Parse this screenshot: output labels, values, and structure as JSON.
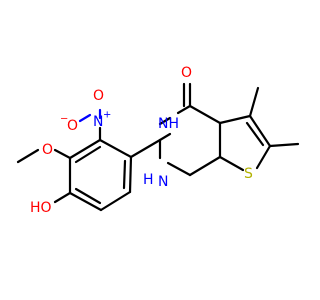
{
  "molecule": {
    "atoms": {
      "o_carbonyl": "O",
      "nh_top": "NH",
      "nh_bottom": "NH",
      "nh_h": "H",
      "nh_n": "N",
      "s": "S",
      "no2_o": "O",
      "no2_n": "N",
      "no2_plus": "+",
      "no2_o2": "O",
      "no2_minus": "−",
      "methoxy_o": "O",
      "hydroxy": "HO"
    },
    "colors": {
      "carbon": "#000000",
      "oxygen": "#ff0000",
      "nitrogen": "#0000ff",
      "sulfur": "#b2b200"
    }
  }
}
